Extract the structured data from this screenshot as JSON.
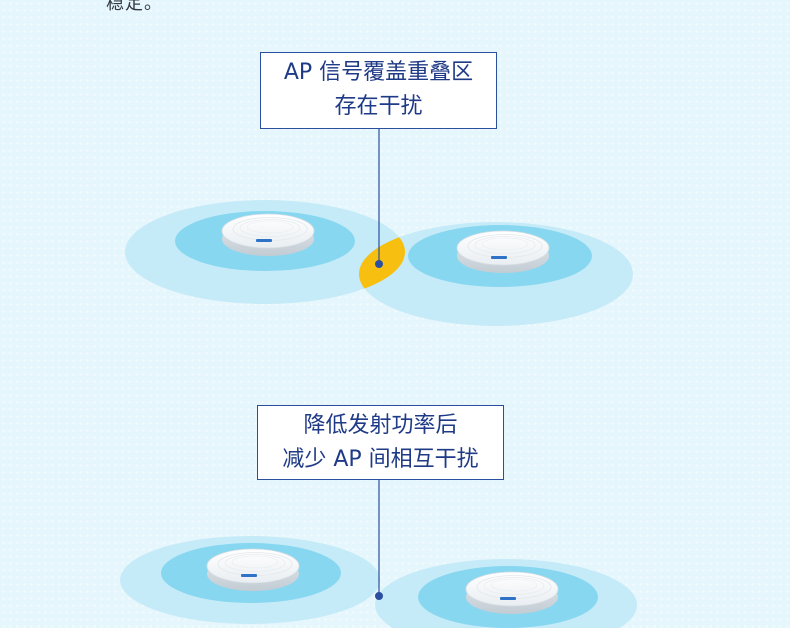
{
  "header": {
    "partial_text": "稳定。"
  },
  "callouts": [
    {
      "line1": "AP 信号覆盖重叠区",
      "line2": "存在干扰"
    },
    {
      "line1": "降低发射功率后",
      "line2": "减少 AP 间相互干扰"
    }
  ],
  "colors": {
    "background": "#e6f6fd",
    "outer_ring": "#c6ebf8",
    "inner_ring": "#88d7f0",
    "overlap_zone": "#f7bf10",
    "connector": "#2a4f9e",
    "box_text": "#1f3a86"
  },
  "devices": [
    {
      "icon": "access-point-icon",
      "scenario": "high-power",
      "position": "left"
    },
    {
      "icon": "access-point-icon",
      "scenario": "high-power",
      "position": "right"
    },
    {
      "icon": "access-point-icon",
      "scenario": "reduced-power",
      "position": "left"
    },
    {
      "icon": "access-point-icon",
      "scenario": "reduced-power",
      "position": "right"
    }
  ]
}
